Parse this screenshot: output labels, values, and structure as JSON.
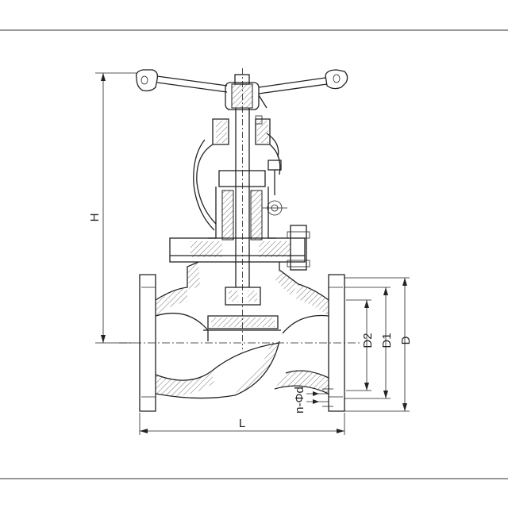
{
  "dimensions": {
    "height": "H",
    "length": "L",
    "d2": "D2",
    "d1": "D1",
    "d": "D",
    "holes": "n-Φd"
  }
}
